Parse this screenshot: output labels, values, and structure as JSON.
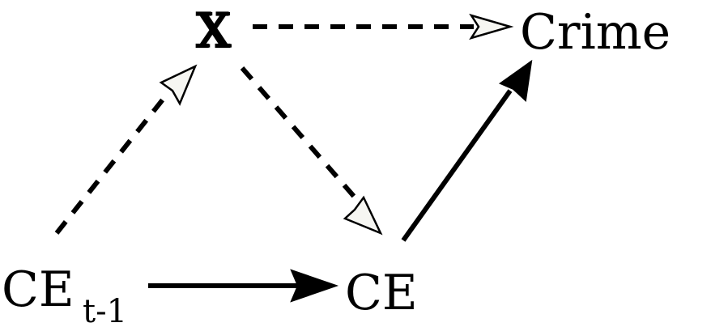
{
  "nodes": {
    "x": {
      "label": "X",
      "style": "double-struck"
    },
    "crime": {
      "label": "Crime"
    },
    "ce": {
      "label": "CE"
    },
    "ce_lag": {
      "label": "CE",
      "subscript": "t-1"
    }
  },
  "edges": [
    {
      "from": "ce_lag",
      "to": "ce",
      "style": "solid",
      "head": "filled"
    },
    {
      "from": "ce",
      "to": "crime",
      "style": "solid",
      "head": "filled"
    },
    {
      "from": "ce_lag",
      "to": "x",
      "style": "dashed",
      "head": "open"
    },
    {
      "from": "x",
      "to": "ce",
      "style": "dashed",
      "head": "open"
    },
    {
      "from": "x",
      "to": "crime",
      "style": "dashed",
      "head": "open"
    }
  ],
  "colors": {
    "ink": "#000000",
    "open_head_fill": "#f6f6f2",
    "background": "#ffffff"
  }
}
